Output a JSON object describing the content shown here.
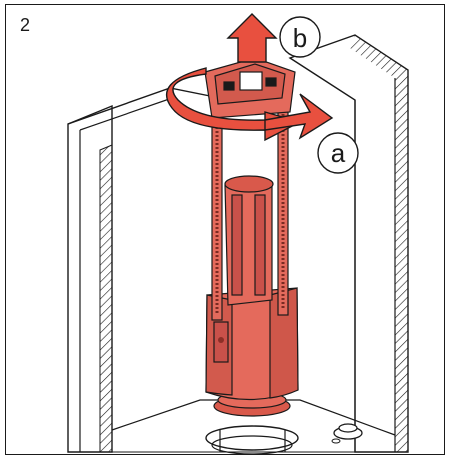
{
  "step_number": "2",
  "callouts": {
    "rotate": "a",
    "lift": "b"
  },
  "colors": {
    "part_fill": "#e46a5c",
    "part_dark": "#b8483d",
    "line": "#1a1a1a",
    "cistern_fill": "#ffffff",
    "arrow_fill": "#e8503f"
  },
  "icons": {
    "rotate_arrow": "rotate-arrow-icon",
    "lift_arrow": "up-arrow-icon"
  }
}
